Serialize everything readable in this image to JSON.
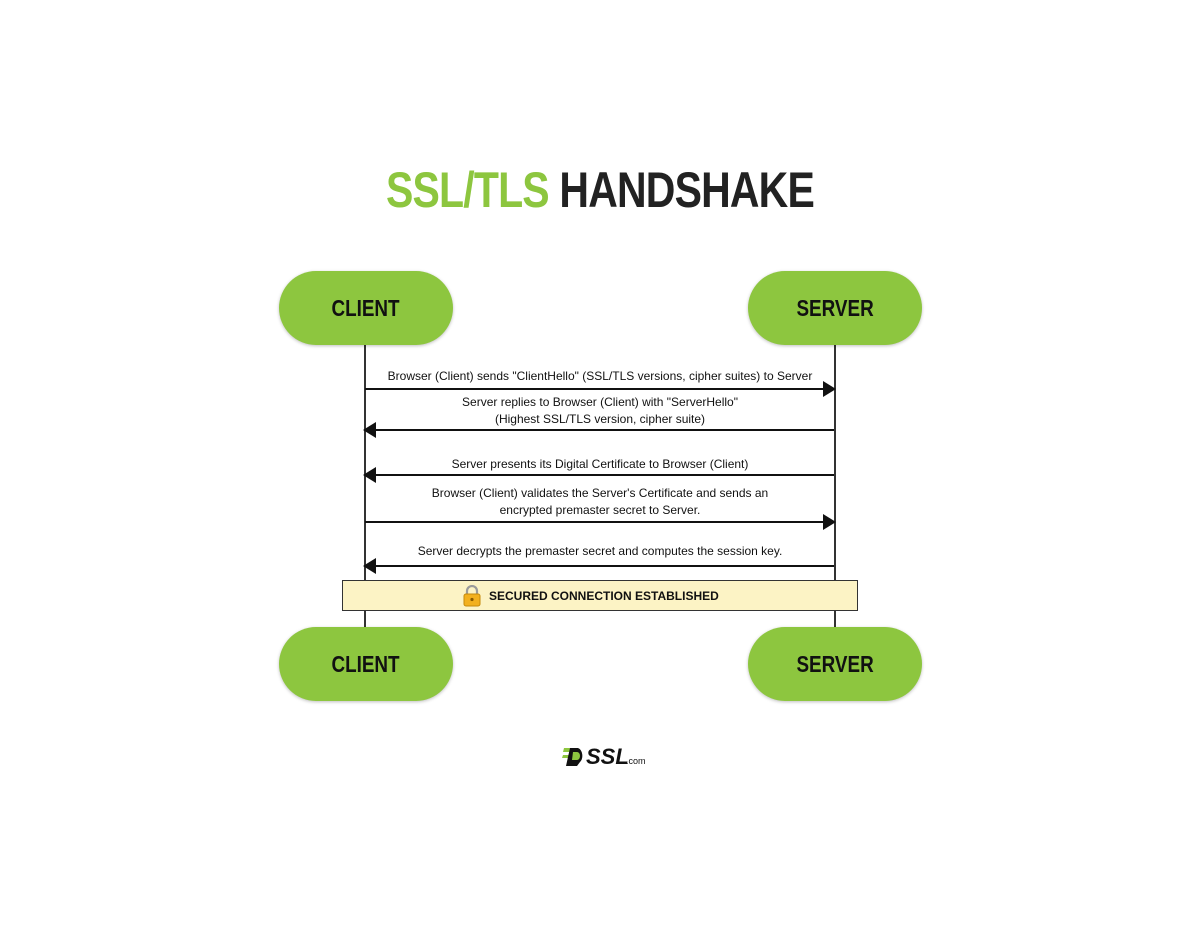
{
  "title": {
    "accent": "SSL/TLS",
    "main": "HANDSHAKE"
  },
  "actors": {
    "client_top": "CLIENT",
    "server_top": "SERVER",
    "client_bottom": "CLIENT",
    "server_bottom": "SERVER"
  },
  "messages": [
    {
      "lines": [
        "Browser (Client) sends \"ClientHello\" (SSL/TLS versions, cipher suites) to Server"
      ],
      "direction": "client-to-server"
    },
    {
      "lines": [
        "Server replies to Browser (Client) with \"ServerHello\"",
        "(Highest SSL/TLS version, cipher suite)"
      ],
      "direction": "server-to-client"
    },
    {
      "lines": [
        "Server presents its Digital Certificate to Browser (Client)"
      ],
      "direction": "server-to-client"
    },
    {
      "lines": [
        "Browser (Client) validates the Server's Certificate and sends an",
        "encrypted premaster secret to Server."
      ],
      "direction": "client-to-server"
    },
    {
      "lines": [
        "Server decrypts the premaster secret and computes the session key."
      ],
      "direction": "server-to-client"
    }
  ],
  "secured_banner": {
    "text": "SECURED CONNECTION ESTABLISHED",
    "icon": "lock-icon"
  },
  "logo": {
    "brand": "SSL",
    "suffix": ".com"
  },
  "colors": {
    "accent": "#8dc63f",
    "banner": "#fcf3c5",
    "text": "#222222"
  }
}
